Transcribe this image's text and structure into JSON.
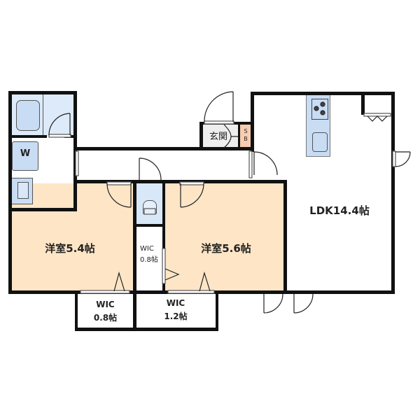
{
  "floorplan": {
    "rooms": {
      "western_room_1": {
        "label": "洋室5.4帖"
      },
      "western_room_2": {
        "label": "洋室5.6帖"
      },
      "ldk": {
        "label": "LDK14.4帖"
      },
      "entrance": {
        "label": "玄関"
      },
      "shoe_box": {
        "label_line1": "S",
        "label_line2": "B"
      },
      "wic_small_vertical": {
        "label_line1": "WIC",
        "label_line2": "0.8帖"
      },
      "wic_left_bottom": {
        "label_line1": "WIC",
        "label_line2": "0.8帖"
      },
      "wic_right_bottom": {
        "label_line1": "WIC",
        "label_line2": "1.2帖"
      },
      "washer": {
        "label": "W"
      }
    },
    "colors": {
      "western_room": "#fde5c6",
      "wet_area": "#d8e8f8",
      "fixture": "#c8dcf4",
      "entrance": "#eeeeee",
      "shoe_box": "#f6cdb0",
      "wall": "#111111"
    }
  }
}
